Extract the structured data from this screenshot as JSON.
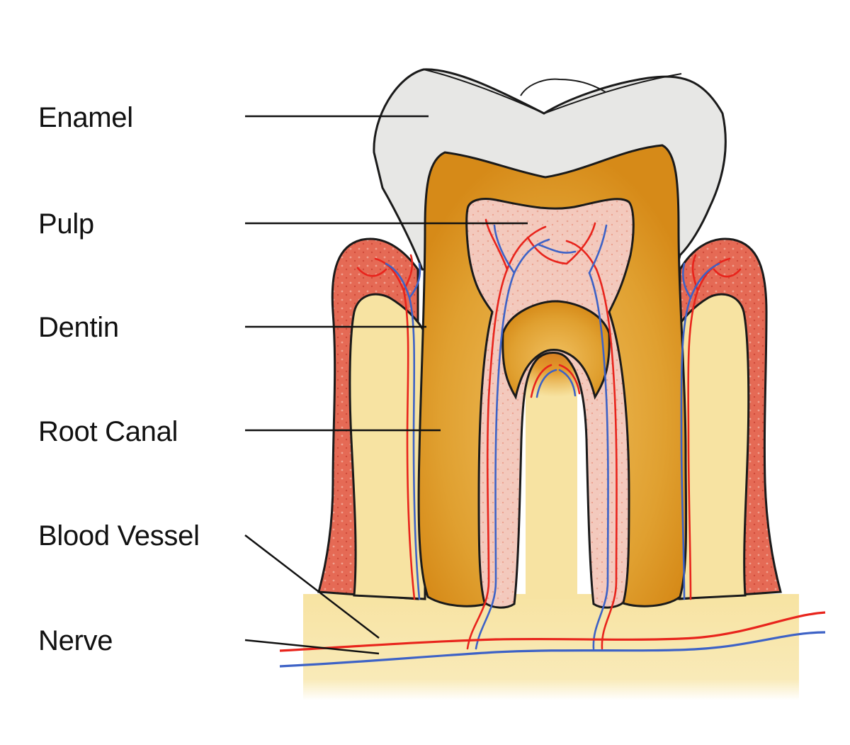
{
  "labels": {
    "enamel": "Enamel",
    "pulp": "Pulp",
    "dentin": "Dentin",
    "root_canal": "Root Canal",
    "blood_vessel": "Blood Vessel",
    "nerve": "Nerve"
  },
  "colors": {
    "enamel": "#e7e7e5",
    "dentin": "#dd9a1c",
    "pulp": "#f0c2b5",
    "gum": "#e0604c",
    "bone": "#f8e4a4",
    "artery": "#e8241c",
    "vein": "#3d62c6",
    "outline": "#1a1a1a"
  }
}
